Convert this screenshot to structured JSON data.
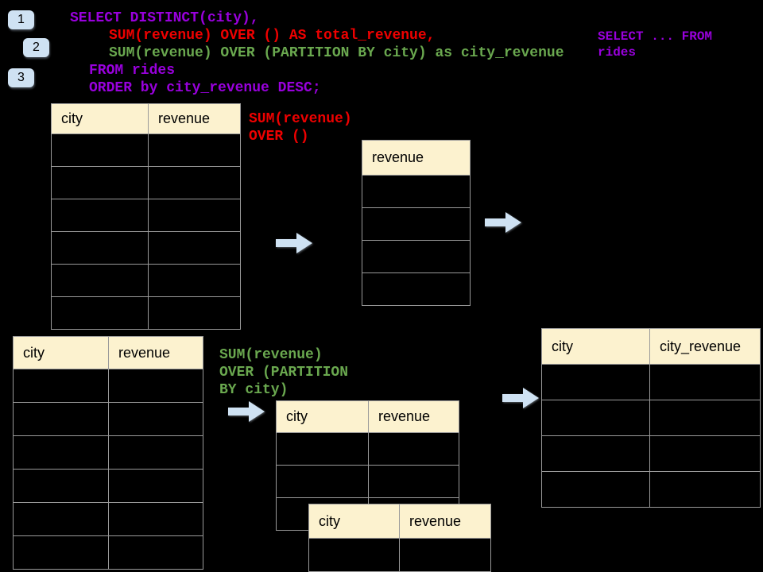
{
  "colors": {
    "purple": "#9900DD",
    "red": "#EE0000",
    "green": "#6AA84F",
    "lightblue": "#CFE2F3",
    "header-bg": "#FCF2CF",
    "border": "#9A9A9A"
  },
  "steps": [
    {
      "label": "1"
    },
    {
      "label": "2"
    },
    {
      "label": "3"
    }
  ],
  "sql": {
    "line1": "SELECT DISTINCT(city),",
    "line2": "SUM(revenue) OVER () AS total_revenue,",
    "line3": "SUM(revenue) OVER (PARTITION BY city) as city_revenue",
    "line4": "FROM rides",
    "line5": "ORDER by city_revenue DESC;"
  },
  "side_note": {
    "line1": "SELECT ... FROM",
    "line2": "rides"
  },
  "annotations": {
    "total_revenue": {
      "line1": "SUM(revenue)",
      "line2": "OVER ()"
    },
    "city_revenue": {
      "line1": "SUM(revenue)",
      "line2": "OVER (PARTITION",
      "line3": "BY city)"
    }
  },
  "tables": {
    "source_top": {
      "col1": "city",
      "col2": "revenue"
    },
    "total_result": {
      "col1": "revenue"
    },
    "source_bottom": {
      "col1": "city",
      "col2": "revenue"
    },
    "partition_input": {
      "col1": "city",
      "col2": "revenue"
    },
    "partition_overlay": {
      "col1": "city",
      "col2": "revenue"
    },
    "final_result": {
      "col1": "city",
      "col2": "city_revenue"
    }
  }
}
